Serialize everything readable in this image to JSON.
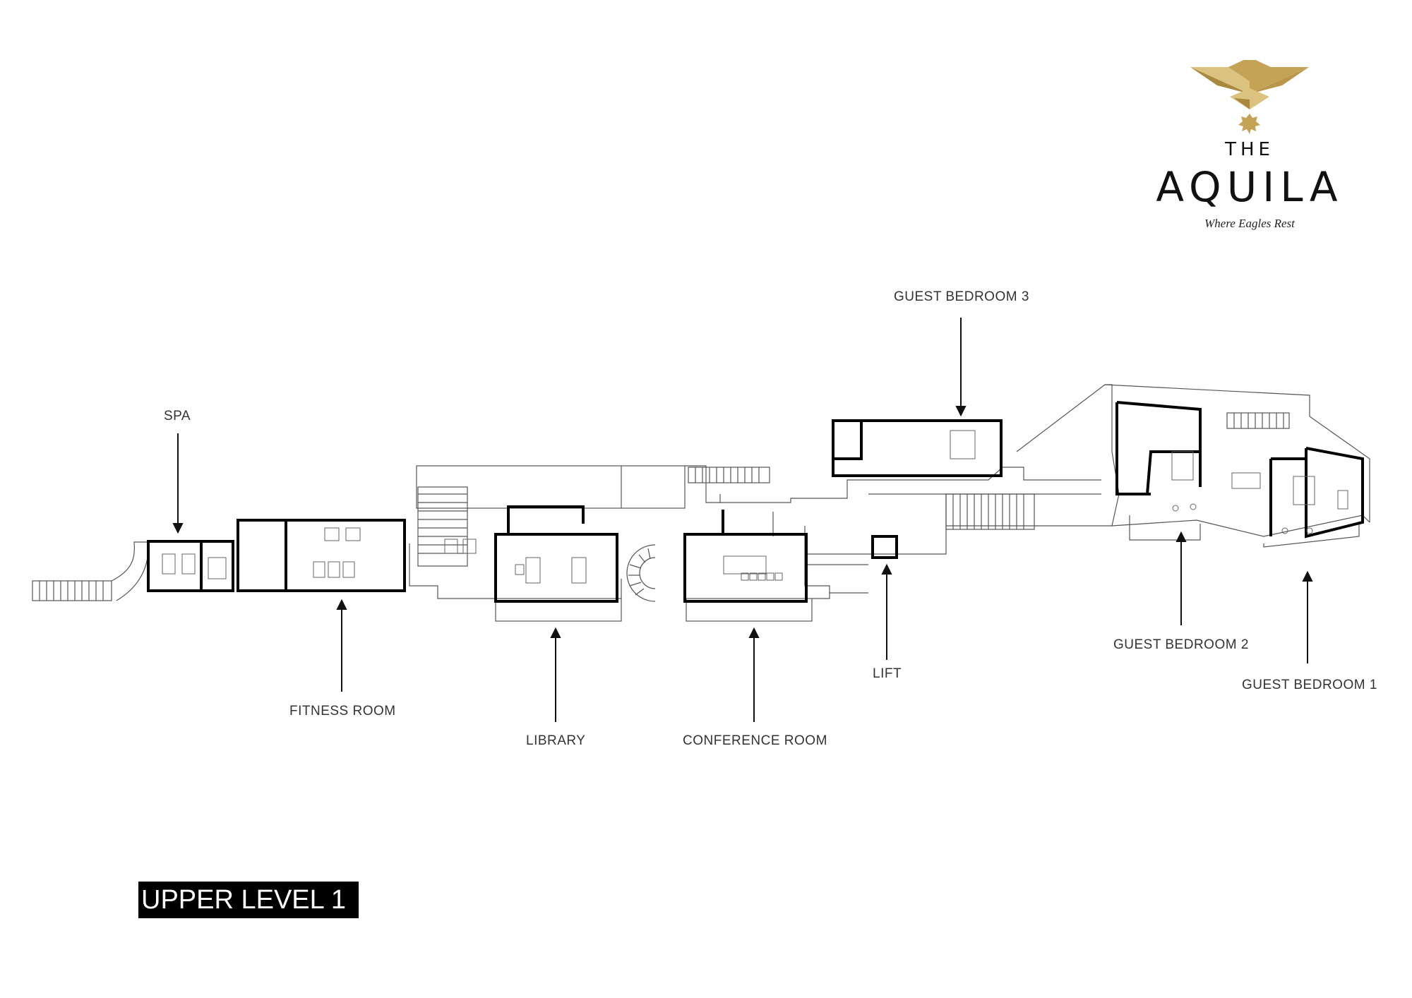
{
  "brand": {
    "prefix": "THE",
    "name": "AQUILA",
    "tagline": "Where Eagles Rest",
    "gold": "#c4a357",
    "gold_light": "#dcc27f",
    "gold_dark": "#a8893d"
  },
  "level_title": "UPPER LEVEL 1",
  "rooms": {
    "spa": "SPA",
    "fitness_room": "FITNESS ROOM",
    "library": "LIBRARY",
    "conference_room": "CONFERENCE ROOM",
    "lift": "LIFT",
    "guest_bedroom_3": "GUEST BEDROOM 3",
    "guest_bedroom_2": "GUEST BEDROOM 2",
    "guest_bedroom_1": "GUEST BEDROOM 1"
  },
  "colors": {
    "wall": "#000000",
    "thin_line": "#555555",
    "label": "#333333"
  }
}
